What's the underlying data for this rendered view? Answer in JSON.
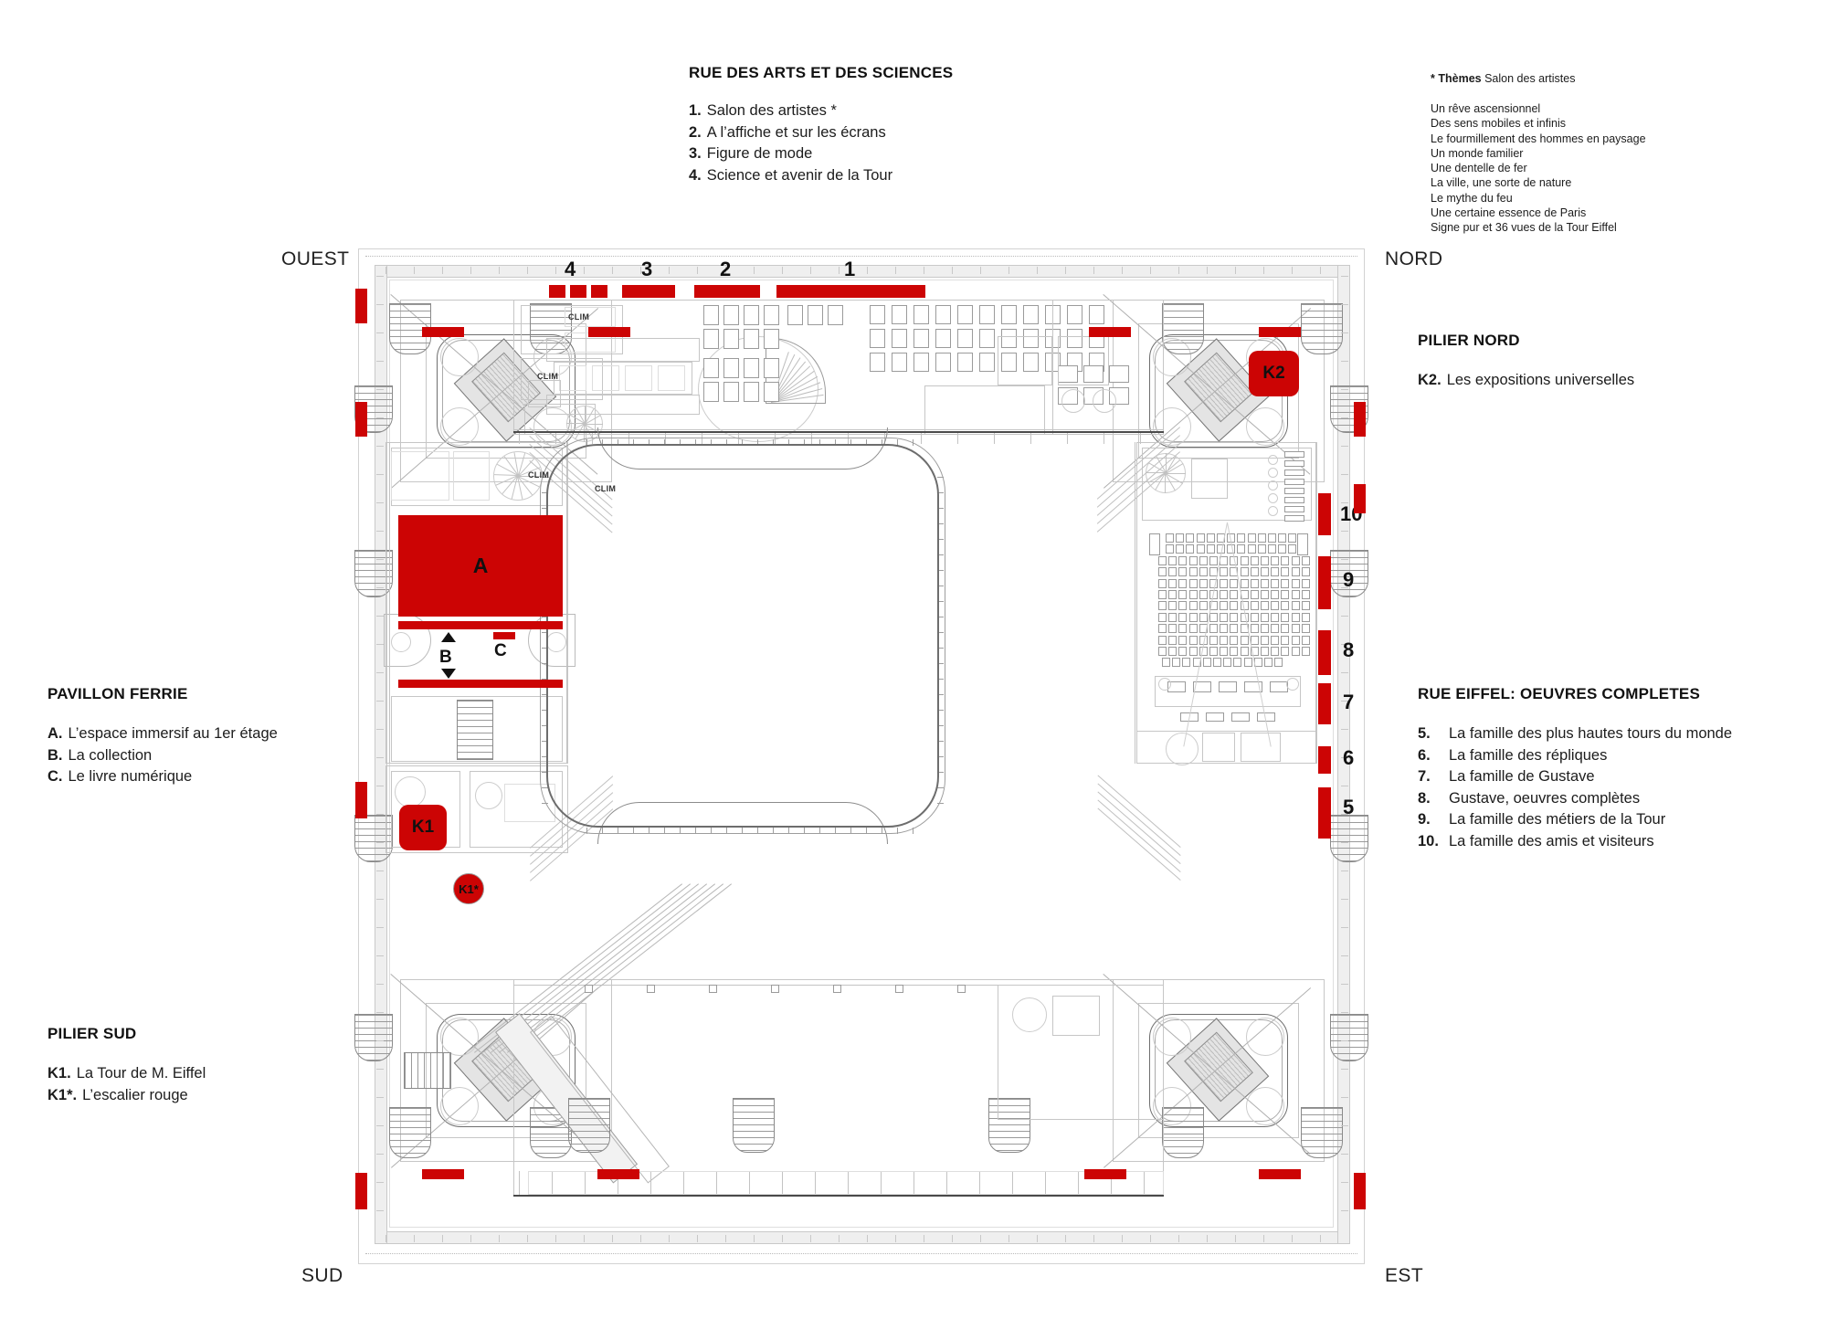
{
  "meta": {
    "accent_red": "#CC0404",
    "ink": "#1a1a1a"
  },
  "header": {
    "title": "RUE DES ARTS ET DES SCIENCES",
    "items": [
      {
        "num": "1.",
        "label": "Salon des artistes *"
      },
      {
        "num": "2.",
        "label": "A l’affiche et sur les écrans"
      },
      {
        "num": "3.",
        "label": "Figure de mode"
      },
      {
        "num": "4.",
        "label": "Science et avenir de la Tour"
      }
    ]
  },
  "themes": {
    "marker": "*",
    "label": "Thèmes",
    "subject": "Salon des artistes",
    "lines": [
      "Un rêve ascensionnel",
      "Des sens mobiles et infinis",
      "Le fourmillement des hommes en paysage",
      "Un monde familier",
      "Une dentelle de fer",
      "La ville, une sorte de nature",
      "Le mythe du feu",
      "Une certaine essence de Paris",
      "Signe pur et 36 vues de la Tour Eiffel"
    ]
  },
  "compass": {
    "ouest": "OUEST",
    "nord": "NORD",
    "sud": "SUD",
    "est": "EST"
  },
  "legend_pilier_nord": {
    "title": "PILIER NORD",
    "items": [
      {
        "num": "K2.",
        "label": "Les expositions universelles"
      }
    ]
  },
  "legend_rue_eiffel": {
    "title": "RUE EIFFEL: OEUVRES COMPLETES",
    "items": [
      {
        "num": "5.",
        "label": "La famille des plus hautes tours du monde"
      },
      {
        "num": "6.",
        "label": "La famille des répliques"
      },
      {
        "num": "7.",
        "label": "La famille de Gustave"
      },
      {
        "num": "8.",
        "label": "Gustave, oeuvres complètes"
      },
      {
        "num": "9.",
        "label": "La famille des métiers de la Tour"
      },
      {
        "num": "10.",
        "label": "La famille des amis et visiteurs"
      }
    ]
  },
  "legend_pavillon_ferrie": {
    "title": "PAVILLON FERRIE",
    "items": [
      {
        "num": "A.",
        "label": "L’espace immersif au 1er étage"
      },
      {
        "num": "B.",
        "label": "La collection"
      },
      {
        "num": "C.",
        "label": "Le livre numérique"
      }
    ]
  },
  "legend_pilier_sud": {
    "title": "PILIER SUD",
    "items": [
      {
        "num": "K1.",
        "label": "La Tour de M. Eiffel"
      },
      {
        "num": "K1*.",
        "label": "L’escalier rouge"
      }
    ]
  },
  "plan_markers": {
    "north_bars": [
      "4",
      "3",
      "2",
      "1"
    ],
    "east_bars": [
      "10",
      "9",
      "8",
      "7",
      "6",
      "5"
    ],
    "zones": [
      "A",
      "B",
      "C",
      "K1",
      "K1*",
      "K2"
    ],
    "clim_labels": [
      "CLIM",
      "CLIM",
      "CLIM",
      "CLIM"
    ]
  }
}
